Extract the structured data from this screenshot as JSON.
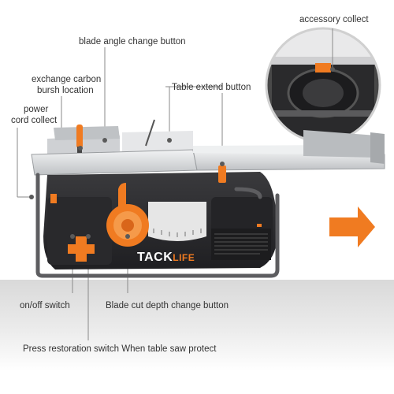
{
  "annotations": {
    "accessory_collect": "accessory collect",
    "blade_angle": "blade angle change button",
    "exchange_carbon_line1": "exchange carbon",
    "exchange_carbon_line2": "bursh location",
    "table_extend": "Table extend button",
    "power_cord_line1": "power",
    "power_cord_line2": "cord collect",
    "on_off": "on/off switch",
    "blade_depth": "Blade cut depth change button",
    "press_restoration": "Press restoration switch When table saw protect"
  },
  "brand": {
    "name_part1": "TACK",
    "name_part2": "LIFE"
  },
  "colors": {
    "accent": "#f07b21",
    "body_dark": "#2b2b2e",
    "table_silver": "#d9dbdd",
    "callout_dot": "#5a5a5a",
    "arrow": "#f07b21"
  },
  "icons": {
    "direction_arrow": "arrow-right-icon",
    "callout": "callout-dot-icon"
  }
}
